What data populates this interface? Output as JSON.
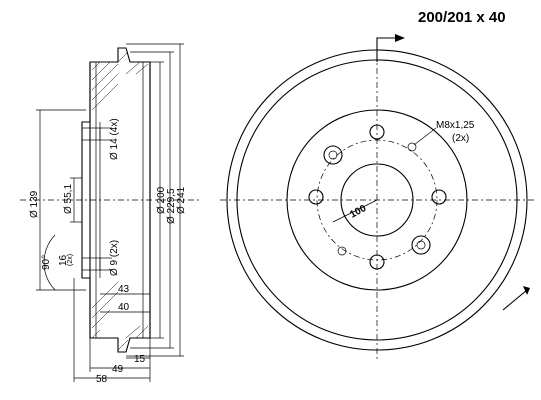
{
  "title": "200/201 x 40",
  "side_view": {
    "dia_139": "Ø 139",
    "dia_55": "Ø 55,1",
    "angle_90": "90°",
    "dim_16": "16",
    "dim_16_sub": "(2x)",
    "hole_14": "Ø 14 (4x)",
    "hole_9": "Ø 9 (2x)",
    "dia_200": "Ø 200",
    "dia_229": "Ø 229,5",
    "dia_241": "Ø 241",
    "dim_43": "43",
    "dim_40": "40",
    "dim_15": "15",
    "dim_49": "49",
    "dim_58": "58"
  },
  "front_view": {
    "thread_label": "M8x1,25",
    "thread_count": "(2x)",
    "pcd_label": "100"
  }
}
